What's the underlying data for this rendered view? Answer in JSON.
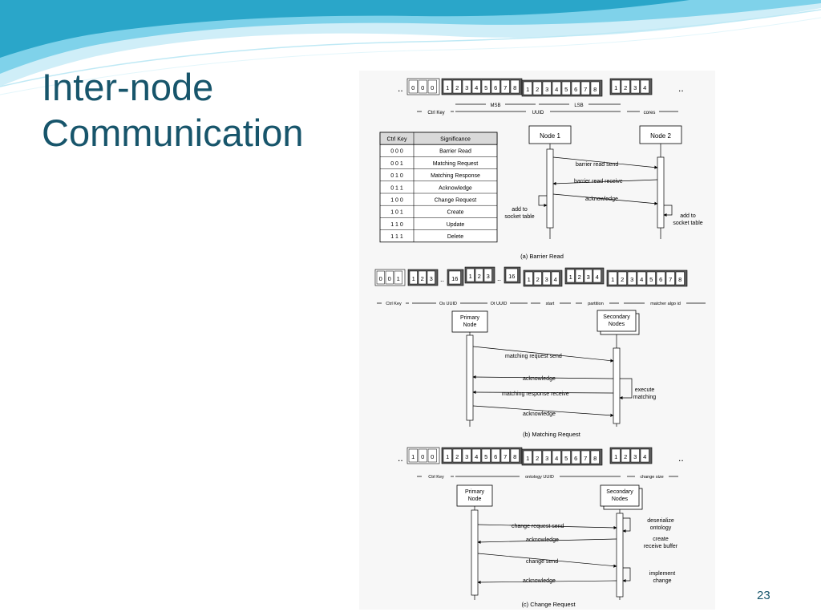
{
  "slide": {
    "title_line1": "Inter-node",
    "title_line2": "Communication",
    "page_number": "23"
  },
  "colors": {
    "title": "#17556b",
    "wave_dark": "#2aa6c9",
    "wave_light": "#bfe9f5",
    "cell_dark": "#7b7b7b",
    "cell_mid": "#a9a9a9",
    "table_header": "#d9d9d9"
  },
  "diagram_a": {
    "ellipsis": "..",
    "ctrl_bits": [
      "0",
      "0",
      "0"
    ],
    "msb_digits": [
      "1",
      "2",
      "3",
      "4",
      "5",
      "6",
      "7",
      "8"
    ],
    "lsb_digits": [
      "1",
      "2",
      "3",
      "4",
      "5",
      "6",
      "7",
      "8"
    ],
    "core_digits": [
      "1",
      "2",
      "3",
      "4"
    ],
    "labels": {
      "ctrl_key": "Ctrl Key",
      "msb": "MSB",
      "lsb": "LSB",
      "uuid": "UUID",
      "cores": "cores"
    },
    "node1": "Node 1",
    "node2": "Node 2",
    "messages": [
      "barrier read send",
      "barrier read receive",
      "acknowledge"
    ],
    "note_left": [
      "add to",
      "socket table"
    ],
    "note_right": [
      "add to",
      "socket table"
    ],
    "caption": "(a) Barrier Read",
    "table": {
      "headers": [
        "Ctrl Key",
        "Significance"
      ],
      "rows": [
        [
          "0 0 0",
          "Barrier Read"
        ],
        [
          "0 0 1",
          "Matching Request"
        ],
        [
          "0 1 0",
          "Matching Response"
        ],
        [
          "0 1 1",
          "Acknowledge"
        ],
        [
          "1 0 0",
          "Change Request"
        ],
        [
          "1 0 1",
          "Create"
        ],
        [
          "1 1 0",
          "Update"
        ],
        [
          "1 1 1",
          "Delete"
        ]
      ]
    }
  },
  "diagram_b": {
    "ctrl_bits": [
      "0",
      "0",
      "1"
    ],
    "os_digits": [
      "1",
      "2",
      "3"
    ],
    "os_end": "16",
    "ot_digits": [
      "1",
      "2",
      "3"
    ],
    "ot_end": "16",
    "start_digits": [
      "1",
      "2",
      "3",
      "4"
    ],
    "partition_digits": [
      "1",
      "2",
      "3",
      "4"
    ],
    "algo_digits": [
      "1",
      "2",
      "3",
      "4",
      "5",
      "6",
      "7",
      "8"
    ],
    "ellipsis": "..",
    "labels": {
      "ctrl_key": "Ctrl Key",
      "os_uuid": "Os UUID",
      "ot_uuid": "Ot UUID",
      "start": "start",
      "partition": "partition",
      "algo": "matcher algo id"
    },
    "primary": [
      "Primary",
      "Node"
    ],
    "secondary": [
      "Secondary",
      "Nodes"
    ],
    "messages": [
      "matching request send",
      "acknowledge",
      "matching response receive",
      "acknowledge"
    ],
    "note": [
      "execute",
      "matching"
    ],
    "caption": "(b) Matching Request"
  },
  "diagram_c": {
    "ellipsis": "..",
    "ctrl_bits": [
      "1",
      "0",
      "0"
    ],
    "uuid_a": [
      "1",
      "2",
      "3",
      "4",
      "5",
      "6",
      "7",
      "8"
    ],
    "uuid_b": [
      "1",
      "2",
      "3",
      "4",
      "5",
      "6",
      "7",
      "8"
    ],
    "size_digits": [
      "1",
      "2",
      "3",
      "4"
    ],
    "labels": {
      "ctrl_key": "Ctrl Key",
      "uuid": "ontology UUID",
      "size": "change size"
    },
    "primary": [
      "Primary",
      "Node"
    ],
    "secondary": [
      "Secondary",
      "Nodes"
    ],
    "messages": [
      "change request send",
      "acknowledge",
      "change send",
      "acknowledge"
    ],
    "note1": [
      "deserialize",
      "ontology"
    ],
    "note2": [
      "create",
      "receive buffer"
    ],
    "note3": [
      "implement",
      "change"
    ],
    "caption": "(c) Change Request"
  }
}
